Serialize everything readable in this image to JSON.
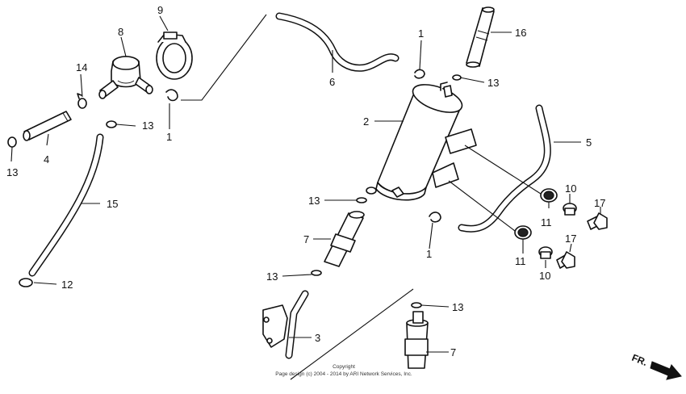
{
  "callouts": {
    "c1a": "1",
    "c1b": "1",
    "c1c": "1",
    "c2": "2",
    "c3": "3",
    "c4": "4",
    "c5": "5",
    "c6": "6",
    "c7a": "7",
    "c7b": "7",
    "c8": "8",
    "c9": "9",
    "c10a": "10",
    "c10b": "10",
    "c11a": "11",
    "c11b": "11",
    "c12": "12",
    "c13a": "13",
    "c13b": "13",
    "c13c": "13",
    "c13d": "13",
    "c13e": "13",
    "c13f": "13",
    "c14": "14",
    "c15": "15",
    "c16": "16",
    "c17a": "17",
    "c17b": "17"
  },
  "copyright": {
    "line1": "Copyright",
    "line2": "Page design (c) 2004 - 2014 by ARI Network Services, Inc."
  },
  "direction": {
    "label": "FR."
  }
}
